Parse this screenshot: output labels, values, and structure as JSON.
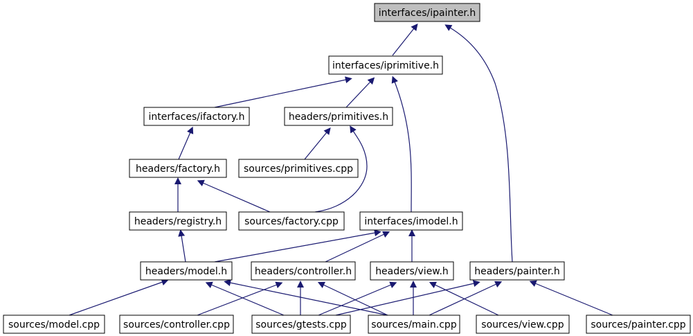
{
  "colors": {
    "background": "#ffffff",
    "node_fill": "#ffffff",
    "root_fill": "#bfbfbf",
    "node_border": "#000000",
    "edge": "#191970"
  },
  "nodes": {
    "ipainter": "interfaces/ipainter.h",
    "iprimitive": "interfaces/iprimitive.h",
    "ifactory": "interfaces/ifactory.h",
    "primitives_h": "headers/primitives.h",
    "primitives_cpp": "sources/primitives.cpp",
    "factory_h": "headers/factory.h",
    "registry_h": "headers/registry.h",
    "factory_cpp": "sources/factory.cpp",
    "imodel": "interfaces/imodel.h",
    "model_h": "headers/model.h",
    "controller_h": "headers/controller.h",
    "view_h": "headers/view.h",
    "painter_h": "headers/painter.h",
    "model_cpp": "sources/model.cpp",
    "controller_cpp": "sources/controller.cpp",
    "gtests_cpp": "sources/gtests.cpp",
    "main_cpp": "sources/main.cpp",
    "view_cpp": "sources/view.cpp",
    "painter_cpp": "sources/painter.cpp"
  }
}
